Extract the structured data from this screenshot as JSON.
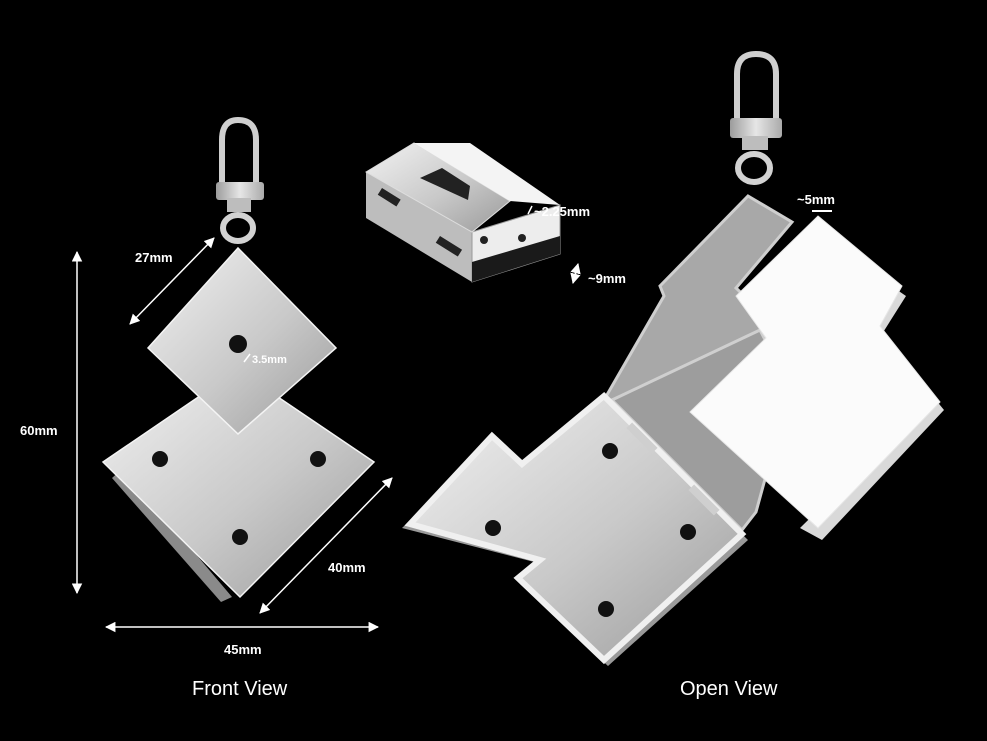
{
  "front": {
    "caption": "Front View",
    "dims": {
      "top_diamond": "27mm",
      "hole": "3.5mm",
      "height": "60mm",
      "bottom_diamond": "40mm",
      "width": "45mm"
    }
  },
  "detail": {
    "dims": {
      "wall": "~2.25mm",
      "thickness": "~9mm"
    }
  },
  "open": {
    "caption": "Open View",
    "dims": {
      "insert": "~5mm"
    }
  },
  "colors": {
    "background": "#000000",
    "metal_light": "#ececec",
    "metal_mid": "#c4c4c4",
    "metal_dark": "#8f8f8f",
    "insert": "#fbfbfb",
    "annotation": "#ffffff"
  }
}
